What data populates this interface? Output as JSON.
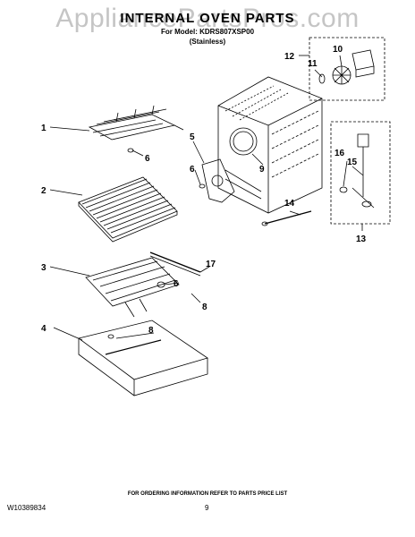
{
  "watermark": "AppliancePartsPros.com",
  "header": {
    "title": "INTERNAL OVEN PARTS",
    "model_line": "For Model: KDRS807XSP00",
    "variant": "(Stainless)"
  },
  "callouts": {
    "c1": "1",
    "c2": "2",
    "c3": "3",
    "c4": "4",
    "c5": "5",
    "c6a": "6",
    "c6b": "6",
    "c6c": "6",
    "c8a": "8",
    "c8b": "8",
    "c9": "9",
    "c10": "10",
    "c11": "11",
    "c12": "12",
    "c13": "13",
    "c14": "14",
    "c15": "15",
    "c16": "16",
    "c17": "17"
  },
  "footer": {
    "ordering_note": "FOR ORDERING INFORMATION REFER TO PARTS PRICE LIST",
    "doc_number": "W10389834",
    "page_number": "9"
  }
}
